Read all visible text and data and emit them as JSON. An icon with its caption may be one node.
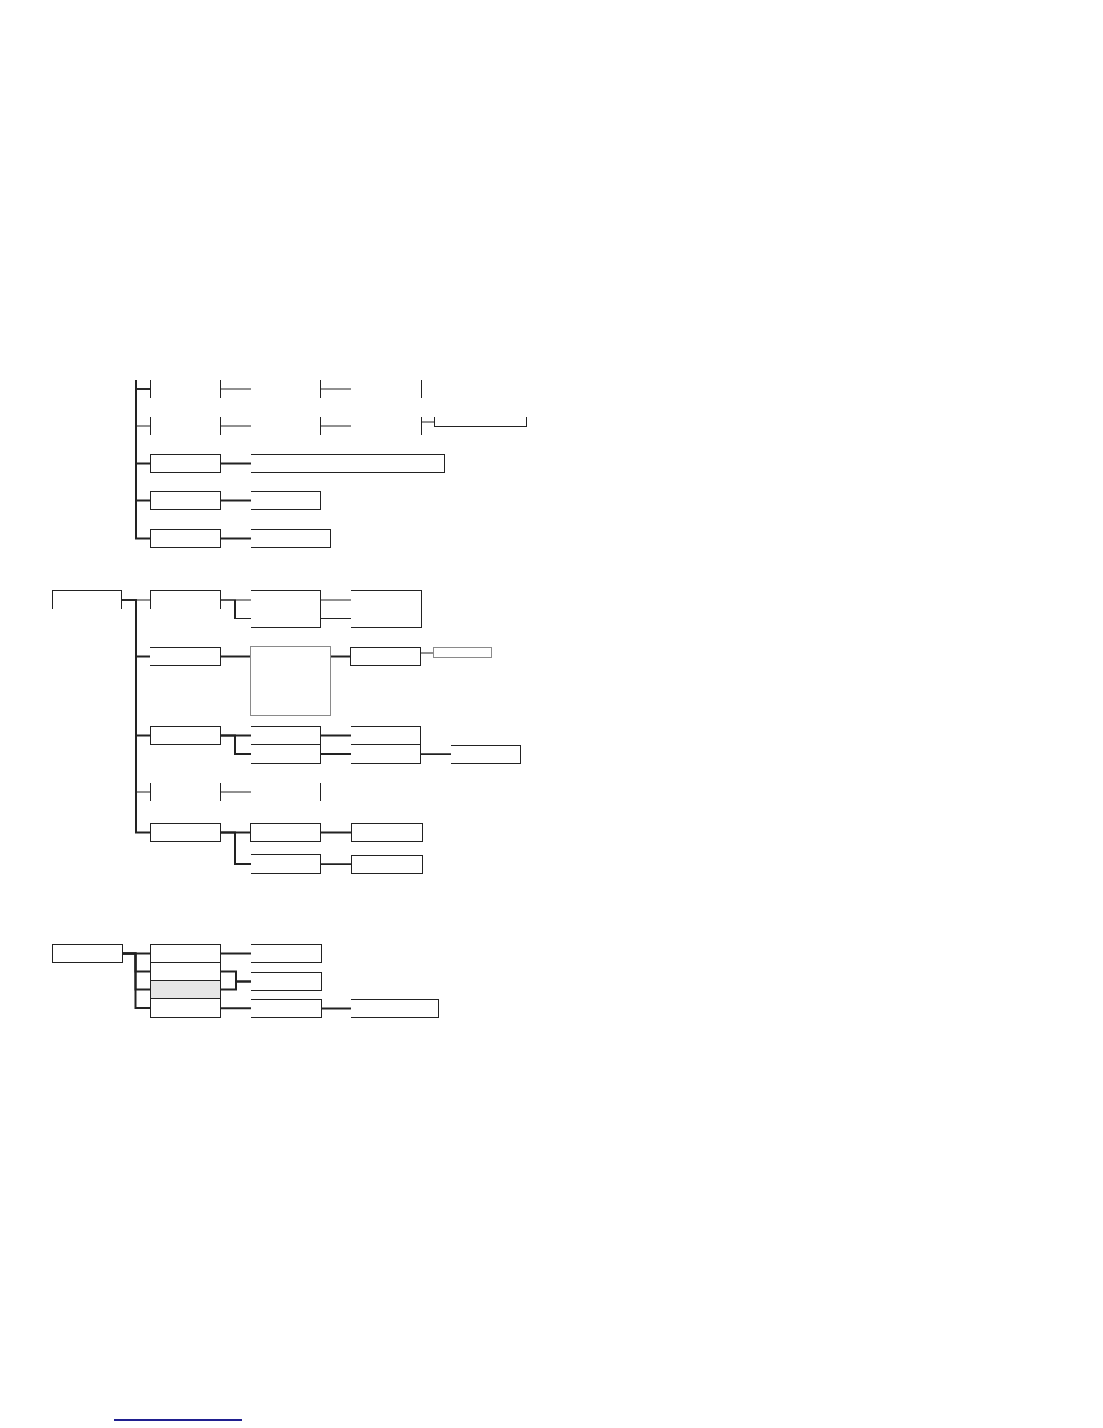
{
  "diagram": {
    "nodes": [
      {
        "text": [],
        "shape": "box"
      },
      {
        "text": [],
        "shape": "box"
      },
      {
        "text": [],
        "shape": "box"
      },
      {
        "text": [],
        "shape": "box"
      },
      {
        "text": [],
        "shape": "box"
      },
      {
        "text": [],
        "shape": "box"
      },
      {
        "text": [],
        "shape": "box"
      },
      {
        "text": [],
        "shape": "box"
      },
      {
        "text": [],
        "shape": "box"
      },
      {
        "text": [],
        "shape": "box"
      },
      {
        "text": [],
        "shape": "box"
      },
      {
        "text": [],
        "shape": "box"
      },
      {
        "text": [],
        "shape": "box"
      },
      {
        "text": [],
        "shape": "box"
      },
      {
        "text": [],
        "shape": "box"
      },
      {
        "text": [],
        "shape": "box"
      },
      {
        "text": [],
        "shape": "box"
      },
      {
        "text": [],
        "shape": "box"
      },
      {
        "text": [],
        "shape": "box"
      },
      {
        "text": [],
        "shape": "box"
      },
      {
        "text": [],
        "shape": "box"
      },
      {
        "text": [],
        "shape": "box"
      },
      {
        "text": [],
        "shape": "box"
      },
      {
        "text": [],
        "shape": "box"
      },
      {
        "text": [],
        "shape": "box"
      },
      {
        "text": [],
        "shape": "box"
      },
      {
        "text": [],
        "shape": "box"
      },
      {
        "text": [],
        "shape": "box"
      },
      {
        "text": [],
        "shape": "box"
      },
      {
        "text": [],
        "shape": "box"
      },
      {
        "text": [],
        "shape": "box"
      },
      {
        "text": [],
        "shape": "box"
      },
      {
        "text": [],
        "shape": "box"
      },
      {
        "text": [],
        "shape": "box"
      },
      {
        "text": [],
        "shape": "box"
      },
      {
        "text": [],
        "shape": "box"
      },
      {
        "text": [],
        "shape": "box"
      },
      {
        "text": [],
        "shape": "box"
      },
      {
        "text": [],
        "shape": "box"
      },
      {
        "text": [],
        "shape": "box"
      },
      {
        "text": [],
        "shape": "box"
      },
      {
        "text": [],
        "shape": "box"
      },
      {
        "text": [],
        "shape": "box"
      },
      {
        "text": [],
        "shape": "box"
      },
      {
        "text": [],
        "shape": "box"
      }
    ],
    "edges": [
      {
        "from": null,
        "to": 0,
        "arrow": "none"
      },
      {
        "from": 0,
        "to": 3,
        "arrow": "none"
      },
      {
        "from": 0,
        "to": 7,
        "arrow": "none"
      },
      {
        "from": 0,
        "to": 9,
        "arrow": "none"
      },
      {
        "from": 0,
        "to": 11,
        "arrow": "none"
      },
      {
        "from": 0,
        "to": 1,
        "arrow": "none"
      },
      {
        "from": 1,
        "to": 2,
        "arrow": "none"
      },
      {
        "from": 3,
        "to": 4,
        "arrow": "none"
      },
      {
        "from": 4,
        "to": 5,
        "arrow": "none"
      },
      {
        "from": 6,
        "to": 5,
        "arrow": "none"
      },
      {
        "from": 7,
        "to": 8,
        "arrow": "none"
      },
      {
        "from": 9,
        "to": 10,
        "arrow": "none"
      },
      {
        "from": 11,
        "to": 12,
        "arrow": "none"
      },
      {
        "from": 13,
        "to": 14,
        "arrow": "none"
      },
      {
        "from": 13,
        "to": 19,
        "arrow": "none"
      },
      {
        "from": 13,
        "to": 23,
        "arrow": "none"
      },
      {
        "from": 13,
        "to": 29,
        "arrow": "none"
      },
      {
        "from": 13,
        "to": 31,
        "arrow": "none"
      },
      {
        "from": 14,
        "to": 15,
        "arrow": "none"
      },
      {
        "from": 14,
        "to": 17,
        "arrow": "none"
      },
      {
        "from": 15,
        "to": 16,
        "arrow": "none"
      },
      {
        "from": 17,
        "to": 18,
        "arrow": "none"
      },
      {
        "from": 19,
        "to": 20,
        "arrow": "none"
      },
      {
        "from": 20,
        "to": 21,
        "arrow": "none"
      },
      {
        "from": 22,
        "to": 21,
        "arrow": "none"
      },
      {
        "from": 23,
        "to": 24,
        "arrow": "none"
      },
      {
        "from": 23,
        "to": 26,
        "arrow": "none"
      },
      {
        "from": 24,
        "to": 25,
        "arrow": "none"
      },
      {
        "from": 26,
        "to": 27,
        "arrow": "none"
      },
      {
        "from": 27,
        "to": 28,
        "arrow": "none"
      },
      {
        "from": 29,
        "to": 30,
        "arrow": "none"
      },
      {
        "from": 31,
        "to": 32,
        "arrow": "none"
      },
      {
        "from": 31,
        "to": 34,
        "arrow": "none"
      },
      {
        "from": 32,
        "to": 33,
        "arrow": "none"
      },
      {
        "from": 34,
        "to": 35,
        "arrow": "none"
      },
      {
        "from": 36,
        "to": 37,
        "arrow": "none"
      },
      {
        "from": 36,
        "to": 39,
        "arrow": "none"
      },
      {
        "from": 36,
        "to": 40,
        "arrow": "none"
      },
      {
        "from": 36,
        "to": 42,
        "arrow": "none"
      },
      {
        "from": 37,
        "to": 38,
        "arrow": "none"
      },
      {
        "from": 39,
        "to": 41,
        "arrow": "none"
      },
      {
        "from": 40,
        "to": 41,
        "arrow": "none"
      },
      {
        "from": 42,
        "to": 43,
        "arrow": "none"
      },
      {
        "from": 43,
        "to": 44,
        "arrow": "none"
      }
    ]
  }
}
